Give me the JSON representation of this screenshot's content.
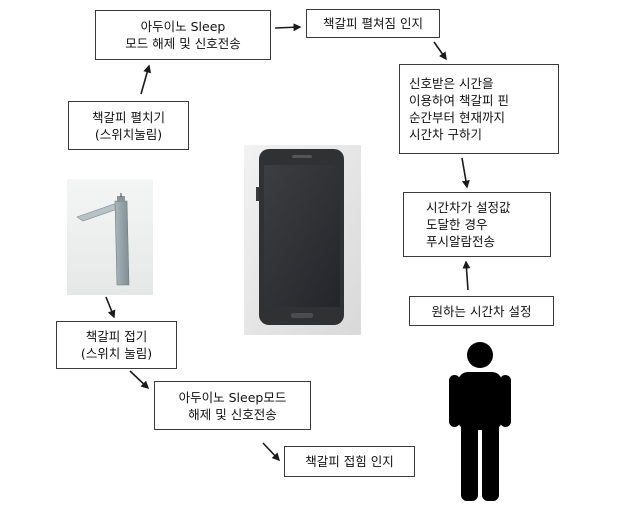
{
  "steps": {
    "wake_open": {
      "lines": [
        "아두이노 Sleep",
        "모드 해제 및 신호전송"
      ]
    },
    "open_detect": {
      "lines": [
        "책갈피 펼쳐짐 인지"
      ]
    },
    "signal_calc": {
      "lines": [
        "신호받은 시간을",
        "이용하여 책갈피 핀",
        "순간부터 현재까지",
        "시간차 구하기"
      ]
    },
    "push_alarm": {
      "lines": [
        "시간차가 설정값",
        "도달한 경우",
        "푸시알람전송"
      ]
    },
    "desired_time": {
      "lines": [
        "원하는 시간차 설정"
      ]
    },
    "unfold": {
      "lines": [
        "책갈피 펼치기",
        "(스위치눌림)"
      ]
    },
    "fold": {
      "lines": [
        "책갈피 접기",
        "(스위치 눌림)"
      ]
    },
    "wake_fold": {
      "lines": [
        "아두이노 Sleep모드",
        "해제 및 신호전송"
      ]
    },
    "fold_detect": {
      "lines": [
        "책갈피 접힘 인지"
      ]
    }
  },
  "images": {
    "bookmark": "bookmark-device-photo",
    "phone": "smartphone-photo",
    "person": "person-icon"
  },
  "colors": {
    "border": "#3a3a3a",
    "arrow": "#1a1a1a",
    "phone_body": "#2f3133",
    "bookmark": "#9aa8ad"
  }
}
